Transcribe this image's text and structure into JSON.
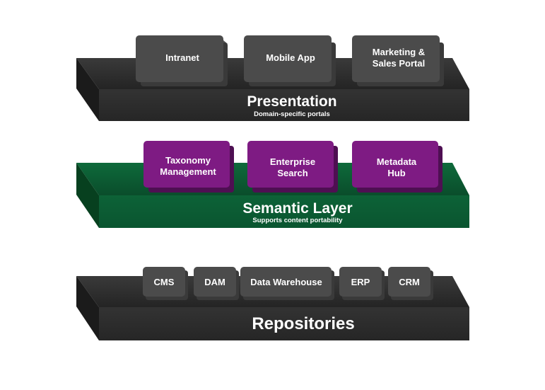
{
  "presentation": {
    "title": "Presentation",
    "subtitle": "Domain-specific portals",
    "items": [
      {
        "lines": [
          "Intranet"
        ]
      },
      {
        "lines": [
          "Mobile App"
        ]
      },
      {
        "lines": [
          "Marketing &",
          "Sales Portal"
        ]
      }
    ]
  },
  "semantic": {
    "title": "Semantic Layer",
    "subtitle": "Supports content portability",
    "items": [
      {
        "lines": [
          "Taxonomy",
          "Management"
        ]
      },
      {
        "lines": [
          "Enterprise",
          "Search"
        ]
      },
      {
        "lines": [
          "Metadata",
          "Hub"
        ]
      }
    ]
  },
  "repositories": {
    "title": "Repositories",
    "items": [
      {
        "lines": [
          "CMS"
        ]
      },
      {
        "lines": [
          "DAM"
        ]
      },
      {
        "lines": [
          "Data Warehouse"
        ]
      },
      {
        "lines": [
          "ERP"
        ]
      },
      {
        "lines": [
          "CRM"
        ]
      }
    ]
  },
  "colors": {
    "platform_dark": "#2e2e2e",
    "platform_green": "#0c5b33",
    "box_gray": "#4a4a4a",
    "box_purple": "#7e1b83",
    "text": "#ffffff"
  }
}
